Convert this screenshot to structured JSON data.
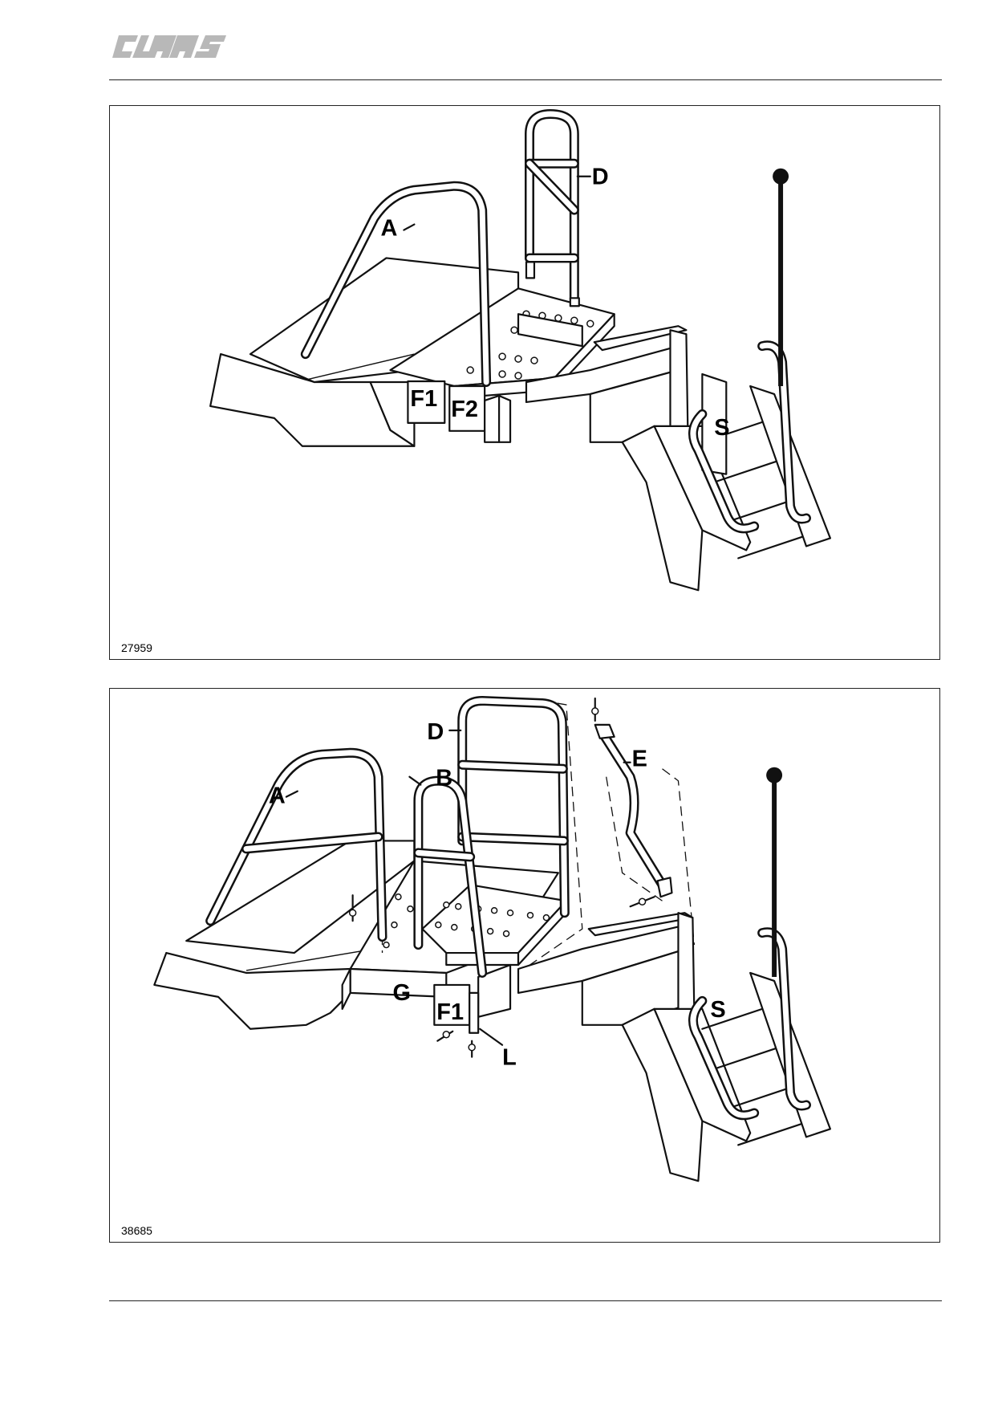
{
  "header": {
    "logo_text": "CLAAS"
  },
  "figures": [
    {
      "number": "27959",
      "labels": {
        "a": "A",
        "d": "D",
        "f1": "F1",
        "f2": "F2",
        "s": "S"
      }
    },
    {
      "number": "38685",
      "labels": {
        "a": "A",
        "b": "B",
        "d": "D",
        "e": "E",
        "g": "G",
        "f1": "F1",
        "l": "L",
        "s": "S"
      }
    }
  ]
}
